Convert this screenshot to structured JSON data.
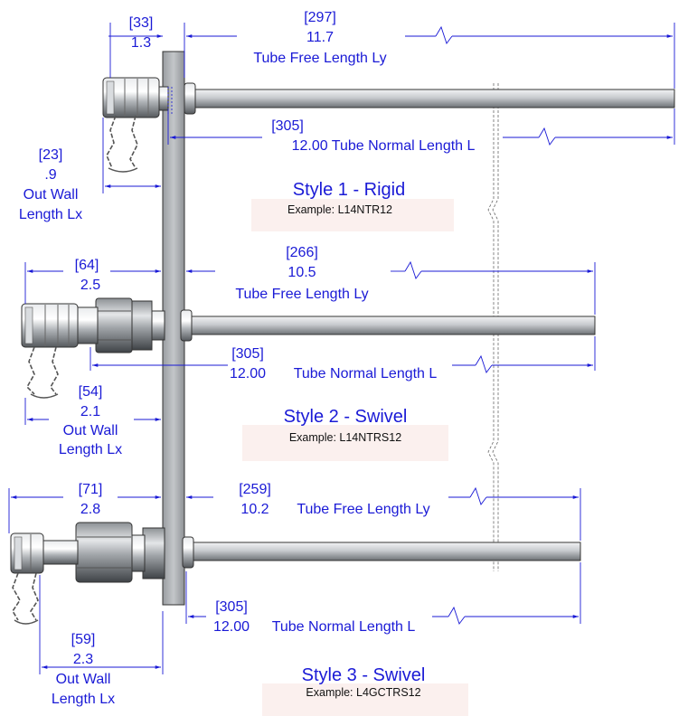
{
  "colors": {
    "dimension": "#1a1ad6",
    "example_box": "#fbf0ee",
    "panel": "#b9bcc0",
    "tube": "#c9ccd0"
  },
  "styles": [
    {
      "title": "Style 1 - Rigid",
      "example": "Example: L14NTR12",
      "top": {
        "mm": "[33]",
        "in": "1.3"
      },
      "free": {
        "mm": "[297]",
        "in": "11.7",
        "label": "Tube Free Length Ly"
      },
      "normal": {
        "mm": "[305]",
        "text": "12.00 Tube Normal Length L"
      },
      "outwall": {
        "mm": "[23]",
        "in": ".9",
        "label1": "Out Wall",
        "label2": "Length Lx"
      }
    },
    {
      "title": "Style 2 - Swivel",
      "example": "Example: L14NTRS12",
      "top": {
        "mm": "[64]",
        "in": "2.5"
      },
      "free": {
        "mm": "[266]",
        "in": "10.5",
        "label": "Tube Free Length Ly"
      },
      "normal": {
        "mm": "[305]",
        "in": "12.00",
        "label": "Tube Normal Length L"
      },
      "outwall": {
        "mm": "[54]",
        "in": "2.1",
        "label1": "Out Wall",
        "label2": "Length Lx"
      }
    },
    {
      "title": "Style 3 - Swivel",
      "example": "Example: L4GCTRS12",
      "top": {
        "mm": "[71]",
        "in": "2.8"
      },
      "free": {
        "mm": "[259]",
        "in": "10.2",
        "label": "Tube Free Length Ly"
      },
      "normal": {
        "mm": "[305]",
        "in": "12.00",
        "label": "Tube Normal Length L"
      },
      "outwall": {
        "mm": "[59]",
        "in": "2.3",
        "label1": "Out Wall",
        "label2": "Length Lx"
      }
    }
  ]
}
